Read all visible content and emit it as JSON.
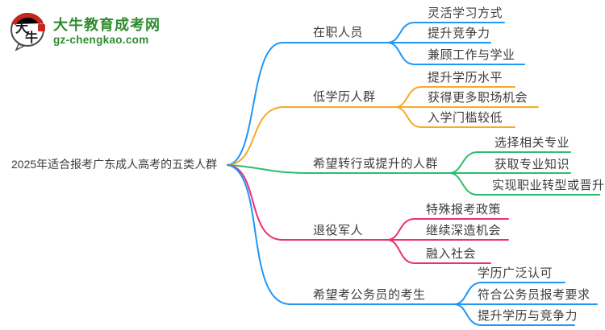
{
  "logo": {
    "bubble_text_top": "大",
    "bubble_text_bottom": "牛",
    "site_name": "大牛教育成考网",
    "site_url": "gz-chengkao.com",
    "green": "#2e8b2e",
    "red": "#c3271d"
  },
  "central_topic": "2025年适合报考广东成人高考的五类人群",
  "branches": [
    {
      "label": "在职人员",
      "color": "#2196f3",
      "children": [
        "灵活学习方式",
        "提升竞争力",
        "兼顾工作与学业"
      ]
    },
    {
      "label": "低学历人群",
      "color": "#f7a928",
      "children": [
        "提升学历水平",
        "获得更多职场机会",
        "入学门槛较低"
      ]
    },
    {
      "label": "希望转行或提升的人群",
      "color": "#2bbe6c",
      "children": [
        "选择相关专业",
        "获取专业知识",
        "实现职业转型或晋升"
      ]
    },
    {
      "label": "退役军人",
      "color": "#ee2e74",
      "children": [
        "特殊报考政策",
        "继续深造机会",
        "融入社会"
      ]
    },
    {
      "label": "希望考公务员的考生",
      "color": "#2196f3",
      "children": [
        "学历广泛认可",
        "符合公务员报考要求",
        "提升学历与竞争力"
      ]
    }
  ]
}
